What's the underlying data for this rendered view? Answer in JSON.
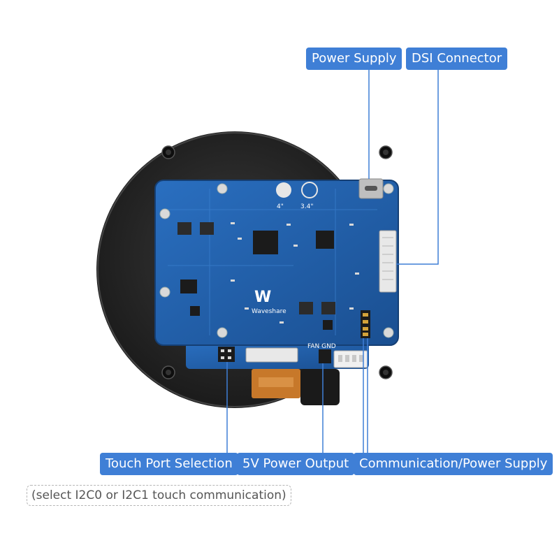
{
  "callouts": {
    "power_supply": "Power Supply",
    "dsi_connector": "DSI Connector",
    "touch_port_selection": "Touch Port Selection",
    "five_v_power_output": "5V Power Output",
    "communication_power_supply": "Communication/Power Supply"
  },
  "note": "(select I2C0 or I2C1 touch communication)",
  "board": {
    "brand": "Waveshare",
    "size_label_a": "4\"",
    "size_label_b": "3.4\"",
    "header_label": "FAN GND"
  },
  "colors": {
    "accent": "#3f7fd6",
    "pcb": "#1f5fa8",
    "housing": "#262626",
    "ribbon": "#c7782a"
  }
}
